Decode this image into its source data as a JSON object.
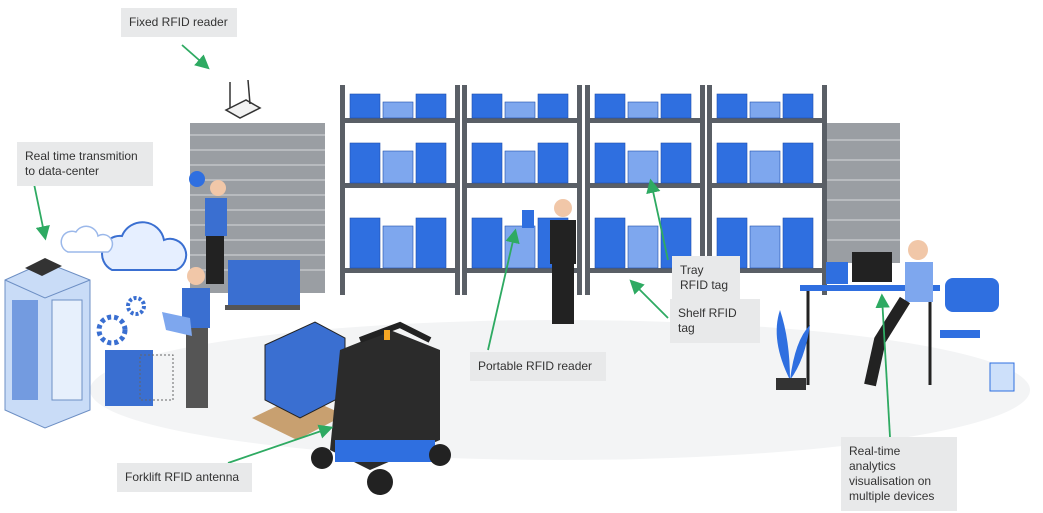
{
  "labels": {
    "fixed_reader": "Fixed RFID reader",
    "transmission_line1": "Real time transmition",
    "transmission_line2": "to data-center",
    "portable_reader": "Portable RFID reader",
    "tray_tag": "Tray RFID tag",
    "shelf_tag": "Shelf RFID tag",
    "forklift_antenna": "Forklift RFID antenna",
    "analytics_line1": "Real-time analytics",
    "analytics_line2": "visualisation on",
    "analytics_line3": "multiple devices"
  },
  "colors": {
    "accent": "#2f6fe0",
    "arrow": "#2eaa62",
    "label_bg": "#e8e9ea",
    "shelf": "#5a5f66"
  }
}
